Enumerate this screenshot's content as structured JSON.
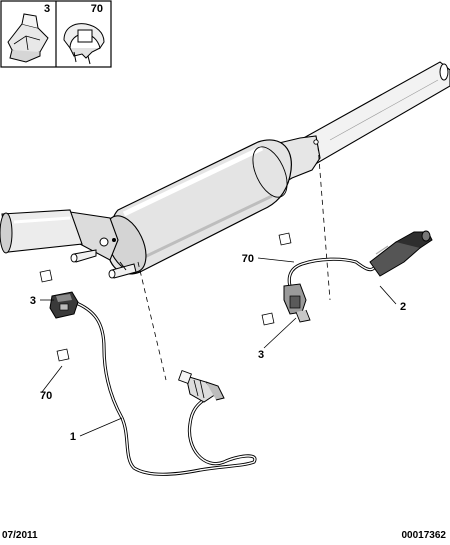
{
  "legend": {
    "items": [
      {
        "ref": "3"
      },
      {
        "ref": "70"
      }
    ]
  },
  "callouts": {
    "sensor_front": "1",
    "sensor_upstream": "2",
    "clip_front": "3",
    "clip_upstream": "3",
    "tie_front": "70",
    "tie_upstream": "70"
  },
  "footer": {
    "date": "07/2011",
    "reference": "00017362"
  }
}
